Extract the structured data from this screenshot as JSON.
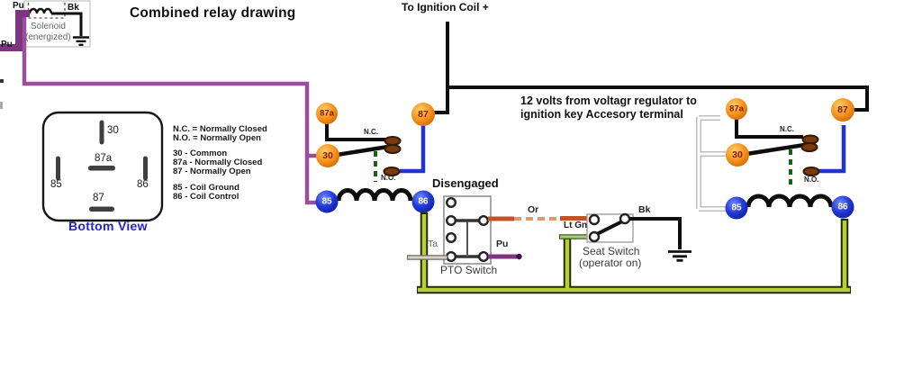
{
  "title": "Combined relay drawing",
  "top": {
    "ignition_label": "To Ignition Coil +",
    "volts_line1": "12 volts from voltagr regulator to",
    "volts_line2": "ignition key Accesory terminal"
  },
  "solenoid": {
    "name_line1": "Solenoid",
    "name_line2": "(energized)"
  },
  "wires": {
    "pu": "Pu",
    "bk": "Bk",
    "or": "Or",
    "lt_gn": "Lt Gn",
    "tan": "Ta"
  },
  "bottom_view": {
    "caption": "Bottom View",
    "pin_30": "30",
    "pin_87a": "87a",
    "pin_85": "85",
    "pin_86": "86",
    "pin_87": "87"
  },
  "legend": {
    "lines": [
      "N.C. = Normally Closed",
      "N.O. = Normally Open",
      "30 - Common",
      "87a - Normally Closed",
      "87 - Normally Open",
      "85 - Coil Ground",
      "86 - Coil Control"
    ]
  },
  "relay": {
    "t_87a": "87a",
    "t_87": "87",
    "t_30": "30",
    "t_85": "85",
    "t_86": "86",
    "nc": "N.C.",
    "no": "N.O."
  },
  "pto": {
    "label": "PTO Switch",
    "state": "Disengaged"
  },
  "seat": {
    "label_line1": "Seat Switch",
    "label_line2": "(operator on)"
  },
  "colors": {
    "purple_wire_thick": "#7d3580",
    "purple_wire_thin": "#9a4f9a",
    "blue_wire": "#2233cc",
    "black_wire": "#0d0d0d",
    "orange_terminal": "#f79422",
    "blue_terminal": "#2438d8",
    "green_dashed": "#156315",
    "yellow_green_wire": "#b8cf36",
    "orange_wire": "#c0552a",
    "light_green_wire": "#9ed06b",
    "tan_wire": "#d9d2c6",
    "contact_pad": "#7a3a12",
    "bottom_view_caption": "#2222dd"
  }
}
